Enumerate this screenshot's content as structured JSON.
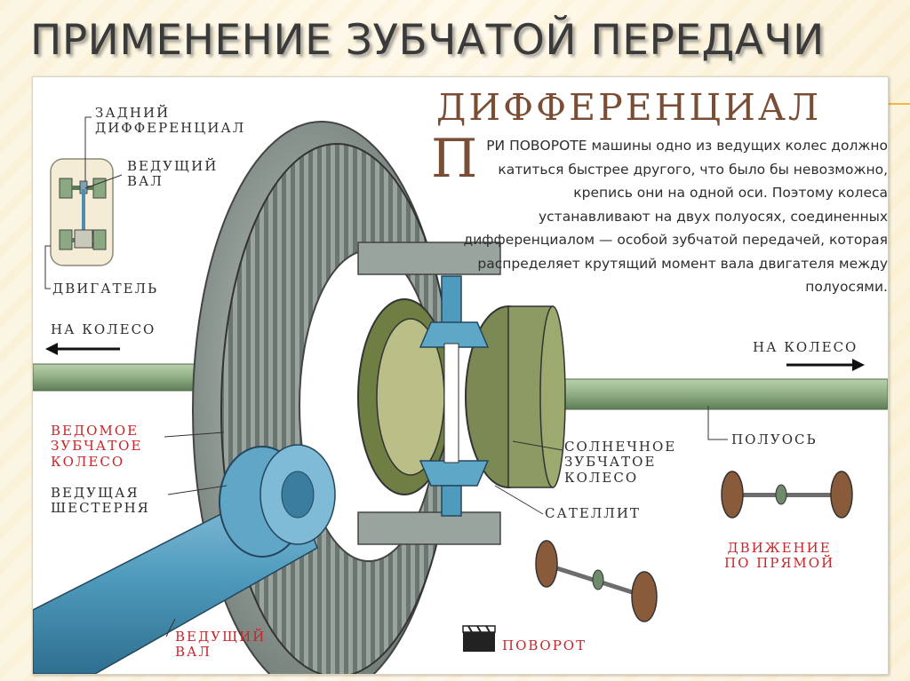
{
  "slide": {
    "title": "ПРИМЕНЕНИЕ ЗУБЧАТОЙ ПЕРЕДАЧИ"
  },
  "diagram": {
    "heading": "ДИФФЕРЕНЦИАЛ",
    "description": {
      "dropcap": "П",
      "text": "РИ ПОВОРОТЕ машины одно из ведущих колес должно катиться быстрее другого, что было бы невозможно, крепись они на одной оси. Поэтому колеса устанавливают на двух полуосях, соединенных дифференциалом — особой зубчатой передачей, которая распределяет крутящий момент вала двигателя между полуосями."
    },
    "labels": {
      "rear_differential_1": "ЗАДНИЙ",
      "rear_differential_2": "ДИФФЕРЕНЦИАЛ",
      "drive_shaft_top_1": "ВЕДУЩИЙ",
      "drive_shaft_top_2": "ВАЛ",
      "engine": "ДВИГАТЕЛЬ",
      "to_wheel_left": "НА КОЛЕСО",
      "to_wheel_right": "НА КОЛЕСО",
      "driven_gear_1": "ВЕДОМОЕ",
      "driven_gear_2": "ЗУБЧАТОЕ",
      "driven_gear_3": "КОЛЕСО",
      "pinion_1": "ВЕДУЩАЯ",
      "pinion_2": "ШЕСТЕРНЯ",
      "drive_shaft_bottom_1": "ВЕДУЩИЙ",
      "drive_shaft_bottom_2": "ВАЛ",
      "sun_gear_1": "СОЛНЕЧНОЕ",
      "sun_gear_2": "ЗУБЧАТОЕ",
      "sun_gear_3": "КОЛЕСО",
      "half_axle": "ПОЛУОСЬ",
      "satellite": "САТЕЛЛИТ",
      "straight_1": "ДВИЖЕНИЕ",
      "straight_2": "ПО ПРЯМОЙ",
      "turn": "ПОВОРОТ"
    },
    "colors": {
      "heading": "#7a4e35",
      "accent_label": "#c8262a",
      "shaft_green": "#8fae84",
      "drive_shaft_blue": "#4f9bbd",
      "ring_gear_gray": "#8f9994",
      "sun_gear_olive": "#6f7f44"
    },
    "icons": [
      "film-clapper-icon",
      "arrow-left-icon",
      "arrow-right-icon"
    ]
  }
}
